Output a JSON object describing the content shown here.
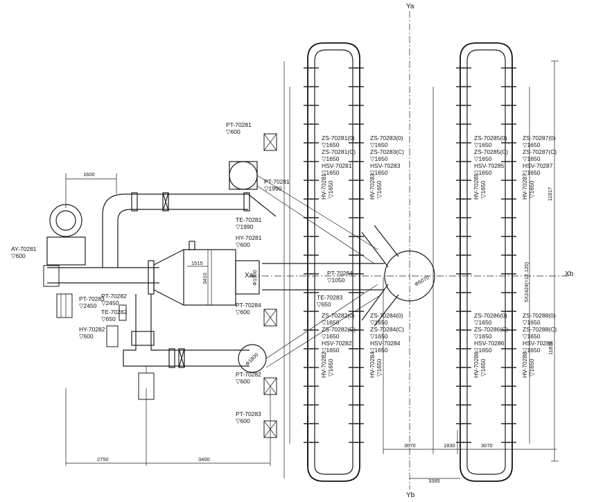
{
  "axes": {
    "ya": "Ya",
    "yb": "Yb",
    "xa": "Xa",
    "xb": "Xb"
  },
  "tags": [
    {
      "id": "PT-70281",
      "elev": "▽600"
    },
    {
      "id": "PT-70281",
      "elev": "▽1990"
    },
    {
      "id": "TE-70281",
      "elev": "▽1990"
    },
    {
      "id": "HY-70281",
      "elev": "▽600"
    },
    {
      "id": "AY-70281",
      "elev": "▽600"
    },
    {
      "id": "PT-70283",
      "elev": "▽2450"
    },
    {
      "id": "PT-70282",
      "elev": "▽2450"
    },
    {
      "id": "TE-70282",
      "elev": "▽650"
    },
    {
      "id": "HY-70282",
      "elev": "▽600"
    },
    {
      "id": "PT-70284",
      "elev": "▽600"
    },
    {
      "id": "PT-70284",
      "elev": "▽1050"
    },
    {
      "id": "TE-70283",
      "elev": "▽650"
    },
    {
      "id": "PT-70282",
      "elev": "▽600"
    },
    {
      "id": "PT-70283",
      "elev": "▽600"
    },
    {
      "id": "ZS-70281(0)",
      "elev": "▽1650"
    },
    {
      "id": "ZS-70281(C)",
      "elev": "▽1650"
    },
    {
      "id": "HSV-70281",
      "elev": "▽1650"
    },
    {
      "id": "ZS-70283(0)",
      "elev": "▽1650"
    },
    {
      "id": "ZS-70283(C)",
      "elev": "▽1650"
    },
    {
      "id": "HSV-70283",
      "elev": "▽1650"
    },
    {
      "id": "ZS-70285(0)",
      "elev": "▽1650"
    },
    {
      "id": "ZS-70285(C)",
      "elev": "▽1650"
    },
    {
      "id": "HSV-70285",
      "elev": "▽1650"
    },
    {
      "id": "ZS-70287(0)",
      "elev": "▽1650"
    },
    {
      "id": "ZS-70287(C)",
      "elev": "▽1650"
    },
    {
      "id": "HSV-70287",
      "elev": "▽1650"
    },
    {
      "id": "ZS-70282(0)",
      "elev": "▽1650"
    },
    {
      "id": "ZS-70282(C)",
      "elev": "▽1650"
    },
    {
      "id": "HSV-70282",
      "elev": "▽1650"
    },
    {
      "id": "ZS-70284(0)",
      "elev": "▽1650"
    },
    {
      "id": "ZS-70284(C)",
      "elev": "▽1650"
    },
    {
      "id": "HSV-70284",
      "elev": "▽1650"
    },
    {
      "id": "ZS-70286(0)",
      "elev": "▽1650"
    },
    {
      "id": "ZS-70286(C)",
      "elev": "▽1650"
    },
    {
      "id": "HSV-70286",
      "elev": "▽1650"
    },
    {
      "id": "ZS-70288(0)",
      "elev": "▽1650"
    },
    {
      "id": "ZS-70288(C)",
      "elev": "▽1650"
    },
    {
      "id": "HSV-70288",
      "elev": "▽1650"
    }
  ],
  "vertical_tags": [
    {
      "id": "HV-70281",
      "elev": "▽1650"
    },
    {
      "id": "HV-70283",
      "elev": "▽1650"
    },
    {
      "id": "HV-70285",
      "elev": "▽1650"
    },
    {
      "id": "HV-70287",
      "elev": "▽1650"
    },
    {
      "id": "HV-70282",
      "elev": "▽1650"
    },
    {
      "id": "HV-70284",
      "elev": "▽1650"
    },
    {
      "id": "HV-70286",
      "elev": "▽1650"
    },
    {
      "id": "HV-70288",
      "elev": "▽1650"
    }
  ],
  "dimensions": {
    "d1600": "1600",
    "d1515": "1515",
    "d3410": "3410",
    "d1900": "Φ1900",
    "d5070": "Φ5070",
    "d1800": "Φ1800",
    "d2750": "2750",
    "d3400": "3400",
    "d3070a": "3070",
    "d1830": "1830",
    "d3070b": "3070",
    "d3385": "3385",
    "d11817": "11817",
    "d5x2424": "5X2424(=12.120)",
    "d11811": "11811"
  }
}
